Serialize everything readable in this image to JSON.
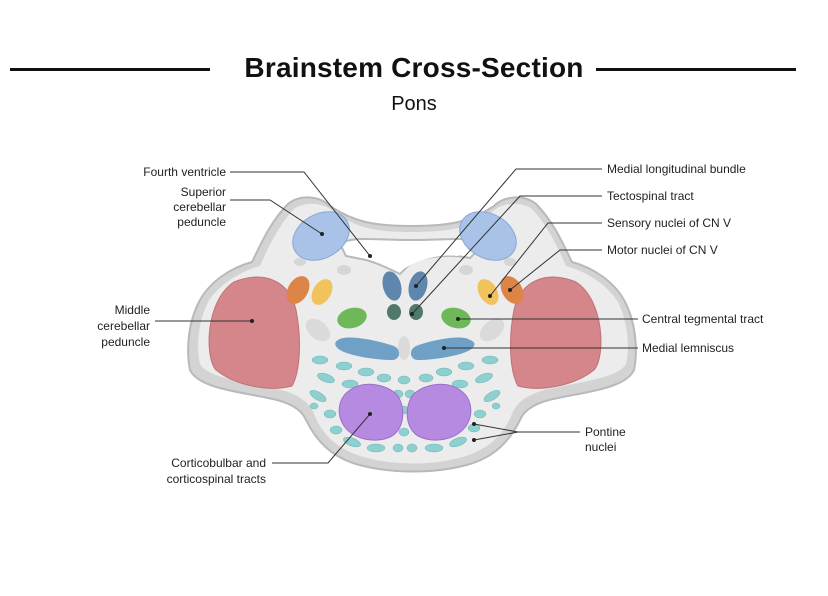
{
  "title": "Brainstem Cross-Section",
  "subtitle": "Pons",
  "labels": {
    "fourth_ventricle": "Fourth ventricle",
    "superior_cerebellar_peduncle": [
      "Superior",
      "cerebellar",
      "peduncle"
    ],
    "middle_cerebellar_peduncle": [
      "Middle",
      "cerebellar",
      "peduncle"
    ],
    "corticobulbar": [
      "Corticobulbar and",
      "corticospinal tracts"
    ],
    "medial_longitudinal_bundle": "Medial longitudinal bundle",
    "tectospinal_tract": "Tectospinal tract",
    "sensory_nuclei": "Sensory nuclei of CN V",
    "motor_nuclei": "Motor nuclei of CN V",
    "central_tegmental_tract": "Central tegmental tract",
    "medial_lemniscus": "Medial lemniscus",
    "pontine_nuclei": [
      "Pontine",
      "nuclei"
    ]
  },
  "colors": {
    "superior_cerebellar_peduncle": "#a9c3e8",
    "middle_cerebellar_peduncle": "#d4868a",
    "corticospinal": "#b68ae0",
    "medial_longitudinal_bundle": "#5f86ad",
    "tectospinal": "#4f7a6a",
    "sensory_nuclei": "#f2c25c",
    "motor_nuclei": "#dd8447",
    "central_tegmental": "#6eb85a",
    "medial_lemniscus": "#6fa1c6",
    "pontine_nuclei": "#8ecfcf",
    "tissue": "#ececec",
    "outline": "#b9b9b9"
  }
}
